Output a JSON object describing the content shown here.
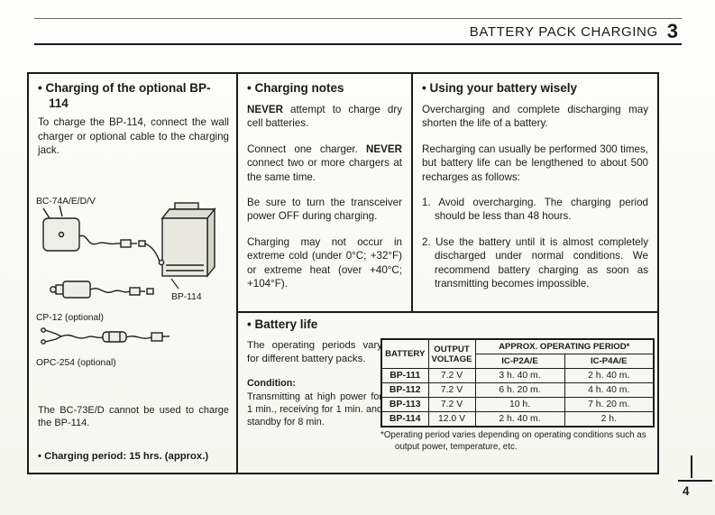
{
  "header": {
    "title": "BATTERY PACK CHARGING",
    "chapter": "3"
  },
  "charging_optional": {
    "heading": "• Charging of the optional BP-114",
    "intro": "To charge the BP-114, connect the wall charger or optional cable to the charging jack.",
    "diagram_labels": {
      "wall_charger": "BC-74A/E/D/V",
      "battery": "BP-114",
      "cigarette_plug": "CP-12 (optional)",
      "dc_cable": "OPC-254 (optional)"
    },
    "note": "The BC-73E/D cannot be used to charge the BP-114.",
    "charging_period": "• Charging period: 15 hrs. (approx.)"
  },
  "charging_notes": {
    "heading": "• Charging notes",
    "p1_bold": "NEVER",
    "p1_rest": " attempt to charge dry cell batteries.",
    "p2_pre": "Connect one charger. ",
    "p2_bold": "NEVER",
    "p2_rest": " connect two or more chargers at the same time.",
    "p3": "Be sure to turn the transceiver power OFF during charging.",
    "p4": "Charging may not occur in extreme cold (under 0°C; +32°F) or extreme heat (over +40°C; +104°F)."
  },
  "battery_wisely": {
    "heading": "• Using your battery wisely",
    "p1": "Overcharging and complete discharging may shorten the life of a battery.",
    "p2": "Recharging can usually be performed 300 times, but battery life can be lengthened to about 500 recharges as follows:",
    "item1": "1. Avoid overcharging.  The charging period should be less than 48 hours.",
    "item2": "2. Use the battery until it is almost completely discharged under normal conditions. We recommend battery charging as soon as transmitting becomes impossible."
  },
  "battery_life": {
    "heading": "• Battery life",
    "p1": "The operating periods vary for different battery packs.",
    "condition_label": "Condition:",
    "condition_text": "Transmitting at high power for 1 min., receiving for 1 min. and standby for 8 min.",
    "table": {
      "col_battery": "BATTERY",
      "col_voltage": "OUTPUT VOLTAGE",
      "col_period": "APPROX. OPERATING PERIOD*",
      "col_p2": "IC-P2A/E",
      "col_p4": "IC-P4A/E",
      "rows": [
        {
          "battery": "BP-111",
          "voltage": "7.2 V",
          "p2": "3 h. 40 m.",
          "p4": "2 h. 40 m."
        },
        {
          "battery": "BP-112",
          "voltage": "7.2 V",
          "p2": "6 h. 20 m.",
          "p4": "4 h. 40 m."
        },
        {
          "battery": "BP-113",
          "voltage": "7.2 V",
          "p2": "10 h.",
          "p4": "7 h. 20 m."
        },
        {
          "battery": "BP-114",
          "voltage": "12.0 V",
          "p2": "2 h. 40 m.",
          "p4": "2 h."
        }
      ],
      "footnote": "*Operating period varies depending on operating conditions such as output power, temperature, etc."
    }
  },
  "footer": {
    "page_number": "4"
  }
}
